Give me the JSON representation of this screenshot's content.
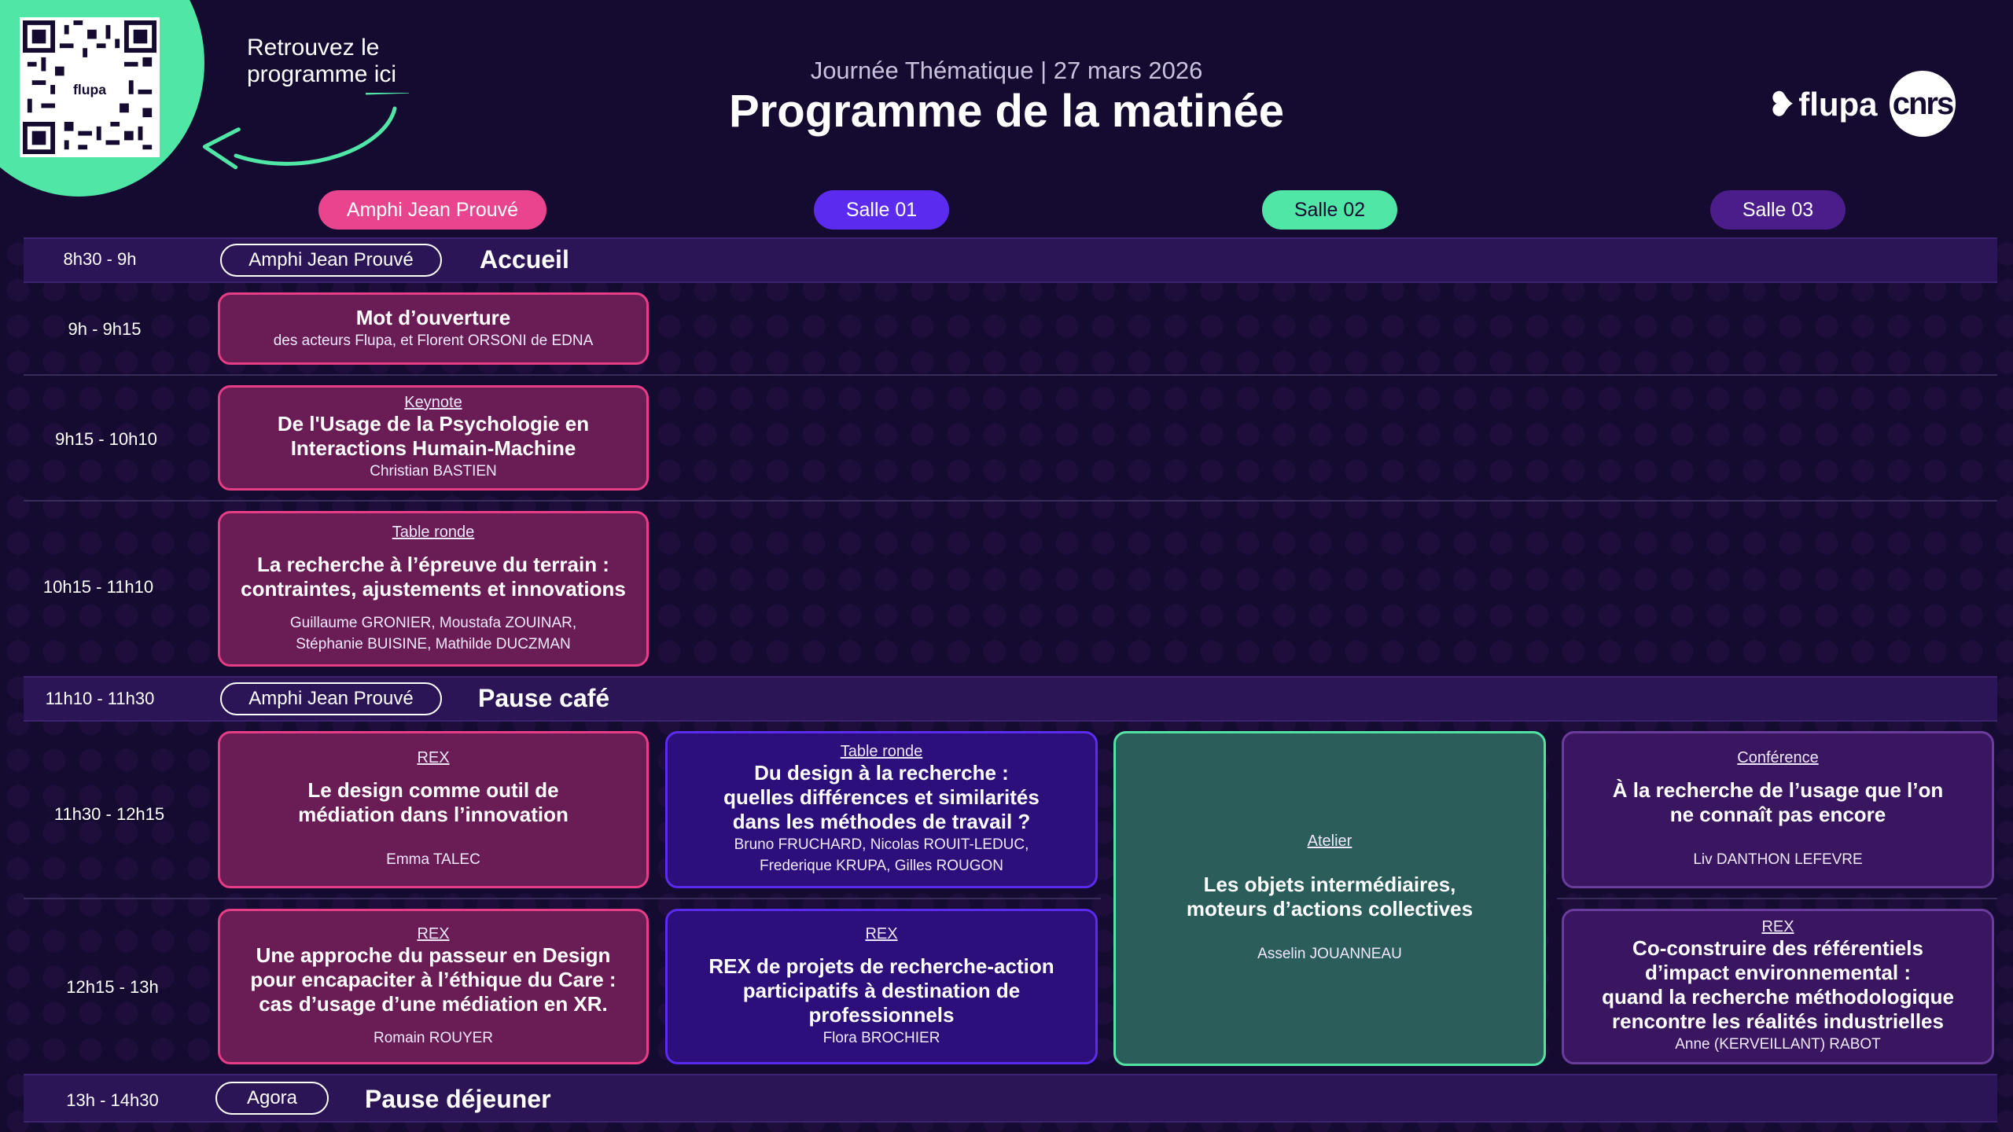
{
  "header": {
    "promo": "Retrouvez le programme ici",
    "qr_label": "flupa",
    "subtitle": "Journée Thématique | 27 mars 2026",
    "title": "Programme de la matinée",
    "logo_flupa": "flupa",
    "logo_cnrs": "cnrs"
  },
  "rooms": [
    {
      "label": "Amphi Jean Prouvé",
      "color": "#e8458e"
    },
    {
      "label": "Salle 01",
      "color": "#5b2cf0"
    },
    {
      "label": "Salle 02",
      "color": "#4fe6a6"
    },
    {
      "label": "Salle 03",
      "color": "#4a1d8a"
    }
  ],
  "rows": {
    "accueil": {
      "time": "8h30 - 9h",
      "room": "Amphi Jean Prouvé",
      "title": "Accueil"
    },
    "ouverture": {
      "time": "9h - 9h15",
      "title": "Mot d’ouverture",
      "speakers": "des acteurs Flupa, et Florent ORSONI de EDNA"
    },
    "keynote": {
      "time": "9h15 - 10h10",
      "kind": "Keynote",
      "title_l1": "De l'Usage de la Psychologie en",
      "title_l2": "Interactions Humain-Machine",
      "speakers": "Christian BASTIEN"
    },
    "table1": {
      "time": "10h15 - 11h10",
      "kind": "Table ronde",
      "title_l1": "La recherche à l’épreuve du terrain :",
      "title_l2": "contraintes, ajustements et innovations",
      "speakers_l1": "Guillaume GRONIER, Moustafa ZOUINAR,",
      "speakers_l2": "Stéphanie BUISINE, Mathilde DUCZMAN"
    },
    "pause": {
      "time": "11h10 - 11h30",
      "room": "Amphi Jean Prouvé",
      "title": "Pause café"
    },
    "slot1": {
      "time": "11h30 - 12h15"
    },
    "slot2": {
      "time": "12h15 - 13h"
    },
    "dej": {
      "time": "13h - 14h30",
      "room": "Agora",
      "title": "Pause déjeuner"
    }
  },
  "sessions": {
    "s1_amphi": {
      "kind": "REX",
      "title_l1": "Le design comme outil de",
      "title_l2": "médiation dans l’innovation",
      "speakers": "Emma TALEC"
    },
    "s1_salle01": {
      "kind": "Table ronde",
      "title_l1": "Du design à la recherche :",
      "title_l2": "quelles différences et similarités",
      "title_l3": "dans les méthodes de travail ?",
      "speakers_l1": "Bruno FRUCHARD, Nicolas ROUIT-LEDUC,",
      "speakers_l2": "Frederique KRUPA, Gilles ROUGON"
    },
    "s1_salle02": {
      "kind": "Atelier",
      "title_l1": "Les objets intermédiaires,",
      "title_l2": "moteurs d’actions collectives",
      "speakers": "Asselin JOUANNEAU"
    },
    "s1_salle03": {
      "kind": "Conférence",
      "title_l1": "À la recherche de l’usage que l’on",
      "title_l2": "ne connaît pas encore",
      "speakers": "Liv DANTHON LEFEVRE"
    },
    "s2_amphi": {
      "kind": "REX",
      "title_l1": "Une approche du passeur en Design",
      "title_l2": "pour encapaciter à l’éthique du Care :",
      "title_l3": "cas d’usage d’une médiation en XR.",
      "speakers": "Romain ROUYER"
    },
    "s2_salle01": {
      "kind": "REX",
      "title_l1": "REX de projets de recherche-action",
      "title_l2": "participatifs à destination de",
      "title_l3": "professionnels",
      "speakers": "Flora BROCHIER"
    },
    "s2_salle03": {
      "kind": "REX",
      "title_l1": "Co-construire des référentiels",
      "title_l2": "d’impact environnemental :",
      "title_l3": "quand la recherche méthodologique",
      "title_l4": "rencontre les réalités industrielles",
      "speakers": "Anne (KERVEILLANT) RABOT"
    }
  }
}
